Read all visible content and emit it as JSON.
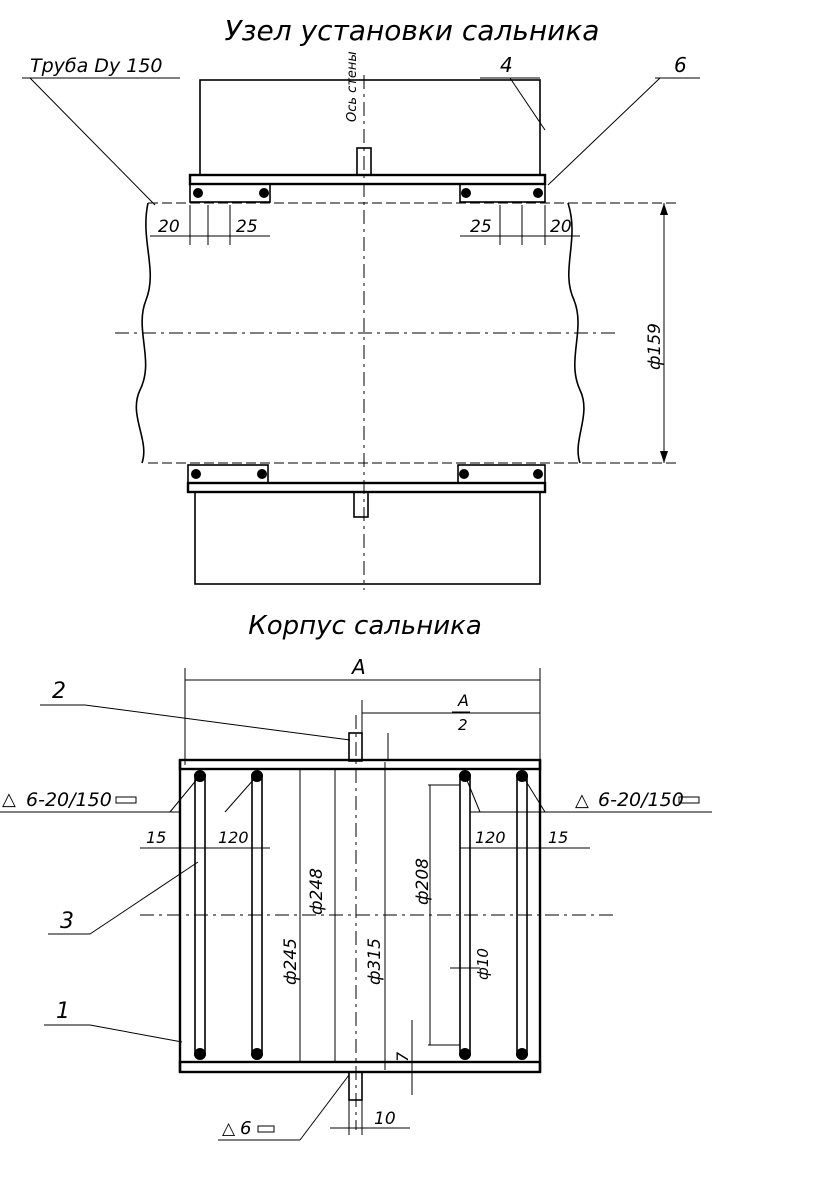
{
  "titles": {
    "top": "Узел установки сальника",
    "bottom": "Корпус сальника"
  },
  "top_view": {
    "pipe_label": "Труба Dу 150",
    "callout_4": "4",
    "callout_6": "6",
    "wall_axis_label": "Ось стены",
    "dim_left_20": "20",
    "dim_left_25": "25",
    "dim_right_25": "25",
    "dim_right_20": "20",
    "dim_diameter": "ф159"
  },
  "bottom_view": {
    "dim_A": "A",
    "dim_A_half_num": "A",
    "dim_A_half_den": "2",
    "callout_2": "2",
    "callout_3": "3",
    "callout_1": "1",
    "weld_left": "6-20/150",
    "weld_right": "6-20/150",
    "dim_15_left": "15",
    "dim_120_left": "120",
    "dim_120_right": "120",
    "dim_15_right": "15",
    "dim_d248": "ф248",
    "dim_d208": "ф208",
    "dim_d245": "ф245",
    "dim_d315": "ф315",
    "dim_d10": "ф10",
    "dim_7": "7",
    "dim_10": "10",
    "weld_bottom": "6"
  }
}
